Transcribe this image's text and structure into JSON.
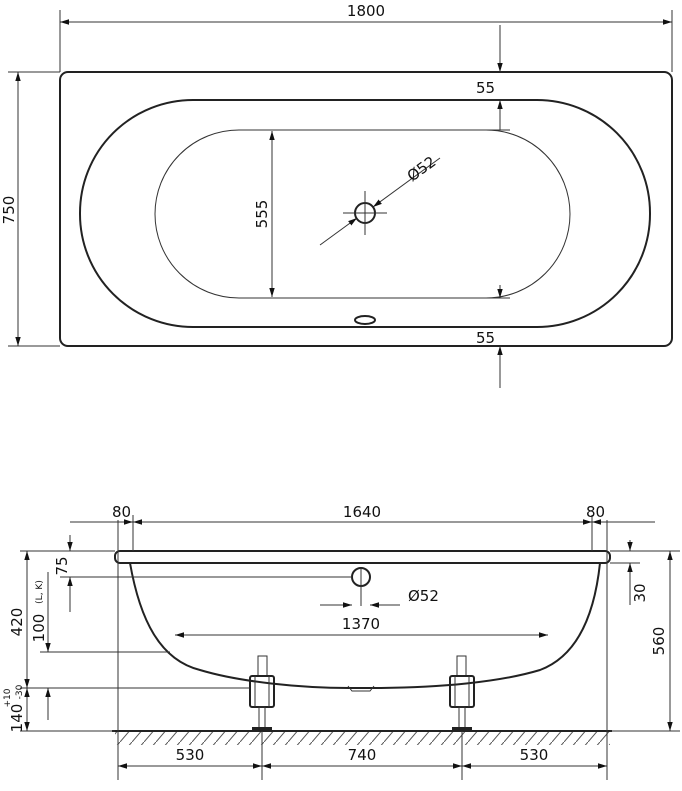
{
  "top_view": {
    "width": "1800",
    "depth": "750",
    "inner_width": "555",
    "drain": "Ø52",
    "rim_top": "55",
    "rim_bottom": "55"
  },
  "side_view": {
    "rim_left": "80",
    "inner_length": "1640",
    "rim_right": "80",
    "overflow_offset": "75",
    "overflow_diameter": "Ø52",
    "rim_thickness": "30",
    "total_height": "560",
    "bath_height": "420",
    "frame_height": "100",
    "frame_note": "(L, K)",
    "foot_height": "140",
    "foot_tol_plus": "+10",
    "foot_tol_minus": "-30",
    "bottom_length": "1370",
    "foot_left": "530",
    "foot_span": "740",
    "foot_right": "530"
  },
  "colors": {
    "line": "#222222",
    "background": "#ffffff"
  }
}
